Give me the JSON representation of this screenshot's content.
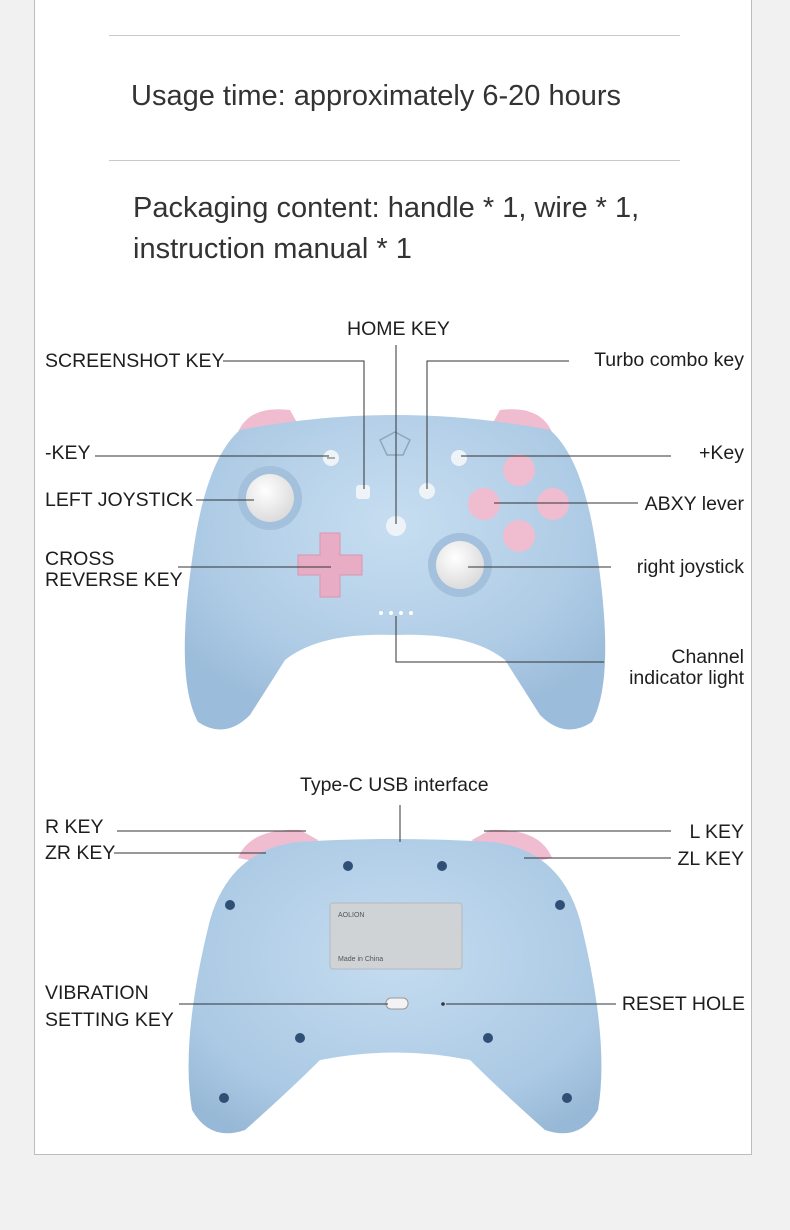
{
  "specs": {
    "usage_time": "Usage time: approximately 6-20 hours",
    "packaging_line1": "Packaging content: handle * 1, wire * 1,",
    "packaging_line2": "instruction manual * 1"
  },
  "front_labels": {
    "home_key": "HOME KEY",
    "screenshot_key": "SCREENSHOT KEY",
    "turbo_combo_key": "Turbo combo key",
    "minus_key": "-KEY",
    "plus_key": "+Key",
    "left_joystick": "LEFT JOYSTICK",
    "abxy_lever": "ABXY lever",
    "cross_reverse_key_line1": "CROSS",
    "cross_reverse_key_line2": "REVERSE KEY",
    "right_joystick": "right joystick",
    "channel_indicator_line1": "Channel",
    "channel_indicator_line2": "indicator light"
  },
  "back_labels": {
    "type_c": "Type-C USB interface",
    "r_key": "R KEY",
    "zr_key": "ZR KEY",
    "l_key": "L KEY",
    "zl_key": "ZL KEY",
    "vibration_line1": "VIBRATION",
    "vibration_line2": "SETTING KEY",
    "reset_hole": "RESET HOLE"
  },
  "sticker": {
    "brand": "AOLION",
    "origin": "Made in China"
  },
  "colors": {
    "body_blue": "#b5d2ea",
    "accent_pink": "#f0bcd0",
    "cross_pink": "#e8acc4",
    "stick_white": "#f3f3f3"
  }
}
